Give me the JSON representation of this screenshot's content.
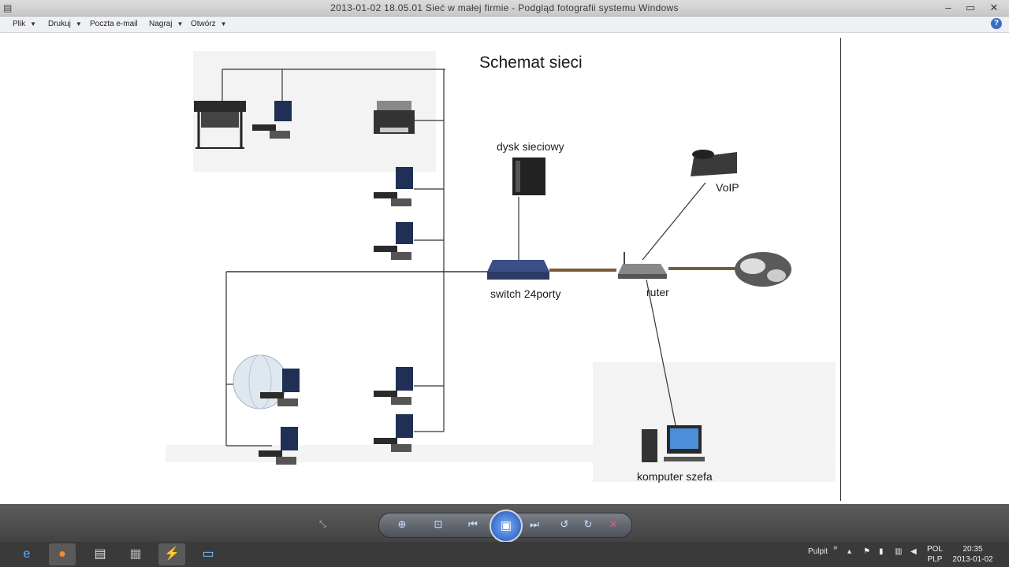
{
  "window": {
    "title": "2013-01-02 18.05.01 Sieć w małej firmie - Podgląd fotografii systemu Windows",
    "sys_icon": "app-icon",
    "controls": [
      "minimize",
      "maximize",
      "close"
    ]
  },
  "menu": {
    "items": [
      {
        "label": "Plik"
      },
      {
        "label": "Drukuj"
      },
      {
        "label": "Poczta e-mail"
      },
      {
        "label": "Nagraj"
      },
      {
        "label": "Otwórz"
      }
    ],
    "help_label": "?"
  },
  "diagram": {
    "title": "Schemat sieci",
    "labels": {
      "nas": "dysk sieciowy",
      "voip": "VoIP",
      "switch": "switch 24porty",
      "router": "ruter",
      "boss": "komputer szefa"
    }
  },
  "controls": {
    "zoom_label": "",
    "buttons": [
      "zoom",
      "fit",
      "previous",
      "slideshow",
      "next",
      "rotate-left",
      "rotate-right",
      "delete"
    ]
  },
  "taskbar": {
    "apps": [
      "ie-icon",
      "firefox-icon",
      "printer-icon",
      "archive-icon",
      "winamp-icon",
      "photo-viewer-icon"
    ],
    "pulpit": "Pulpit",
    "lang_top": "POL",
    "lang_bottom": "PLP",
    "time": "20:35",
    "date": "2013-01-02"
  }
}
